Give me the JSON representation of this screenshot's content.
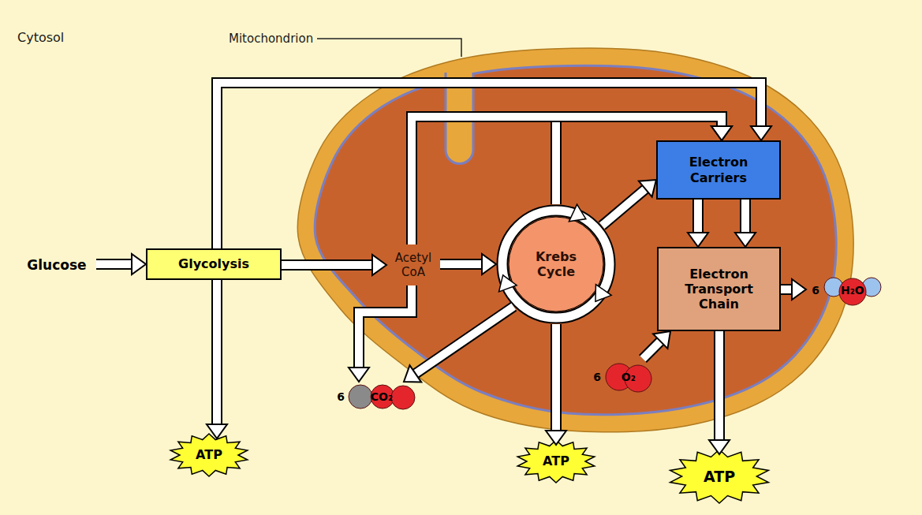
{
  "diagram": {
    "nodes": [
      {
        "text": [
          "Mitochondrion"
        ]
      },
      {
        "text": [
          "Glucose"
        ]
      },
      {
        "text": [
          "Glycolysis"
        ]
      },
      {
        "text": [
          "Acetyl CoA"
        ],
        "in": 0
      },
      {
        "text": [
          "Krebs Cycle"
        ],
        "in": 0
      },
      {
        "text": [
          "Electron Carriers"
        ],
        "in": 0
      },
      {
        "text": [
          "Electron Transport Chain"
        ],
        "in": 0
      },
      {
        "text": [
          "6",
          "H₂O"
        ]
      },
      {
        "text": [
          "6",
          "O₂"
        ],
        "in": 0
      },
      {
        "text": [
          "6",
          "CO₂"
        ]
      },
      {
        "text": [
          "ATP"
        ]
      },
      {
        "text": [
          "ATP"
        ]
      },
      {
        "text": [
          "ATP"
        ]
      }
    ],
    "edges": [
      {
        "from": 1,
        "to": 2,
        "arrow": "to"
      },
      {
        "from": 2,
        "to": 3,
        "arrow": "to"
      },
      {
        "from": 2,
        "to": 10,
        "arrow": "to"
      },
      {
        "from": 2,
        "to": 5,
        "arrow": "to"
      },
      {
        "from": 3,
        "to": 4,
        "arrow": "to"
      },
      {
        "from": 4,
        "to": 5,
        "arrow": "to"
      },
      {
        "from": 3,
        "to": 5,
        "arrow": "to"
      },
      {
        "from": 3,
        "to": 9,
        "arrow": "to"
      },
      {
        "from": 4,
        "to": 5,
        "arrow": "to"
      },
      {
        "from": 4,
        "to": 9,
        "arrow": "to"
      },
      {
        "from": 4,
        "to": 11,
        "arrow": "to"
      },
      {
        "from": 5,
        "to": 6,
        "arrow": "to"
      },
      {
        "from": 5,
        "to": 6,
        "arrow": "to"
      },
      {
        "from": 8,
        "to": 6,
        "arrow": "to"
      },
      {
        "from": 6,
        "to": 7,
        "arrow": "to"
      },
      {
        "from": 6,
        "to": 12,
        "arrow": "to"
      }
    ],
    "labels": [
      "Cytosol"
    ]
  }
}
